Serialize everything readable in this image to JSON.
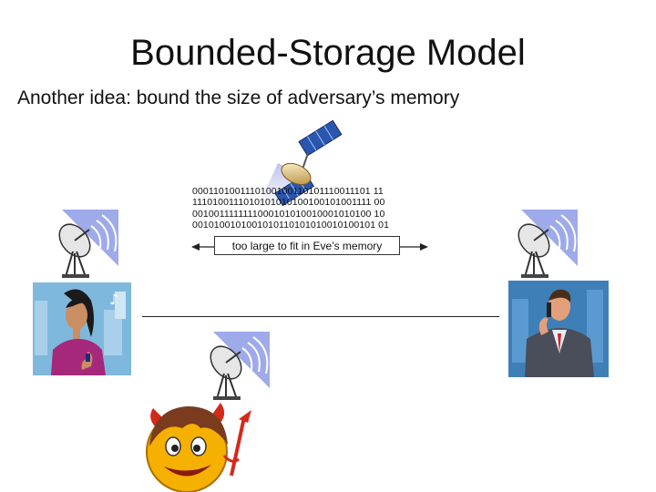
{
  "slide": {
    "title": "Bounded-Storage Model",
    "subtitle": "Another idea: bound the size of adversary’s memory",
    "bit_rows": [
      "0001101001110100100110101110011101 11",
      "1110100111010101010100100101001111 00",
      "0010011111111000101010010001010100 10",
      "0010100101001010110101010010100101 01"
    ],
    "arrow_label": "too large to fit in Eve’s memory"
  },
  "icons": {
    "satellite": "satellite-icon",
    "dish_left": "satellite-dish-icon",
    "dish_right": "satellite-dish-icon",
    "dish_bottom": "satellite-dish-icon",
    "alice": "woman-with-phone-illustration",
    "bob": "man-with-phone-illustration",
    "eve": "devil-face-illustration"
  },
  "colors": {
    "dish_glow": "#7f8fe0",
    "alice_bg": "#7fb8dd",
    "bob_bg": "#3e7fb8",
    "devil_face": "#f5b000",
    "devil_red": "#d42a1a"
  }
}
